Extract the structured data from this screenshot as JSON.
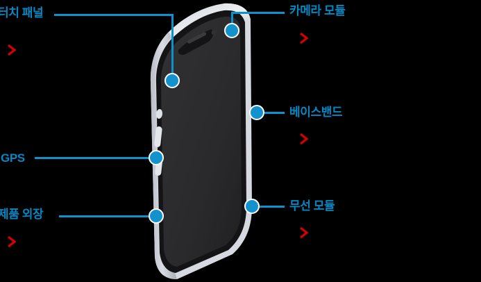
{
  "diagram": {
    "title": "smartphone-component-callout-diagram",
    "background_color": "#000000",
    "accent_color": "#0089c4",
    "line_color": "#0b93ce",
    "node_color": "#1492cd",
    "chevron_color": "#d50000"
  },
  "callouts": [
    {
      "id": "touch-panel",
      "label": "터치 패널",
      "side": "left",
      "chevron": "chevron-right-icon"
    },
    {
      "id": "camera-module",
      "label": "카메라 모듈",
      "side": "right",
      "chevron": "chevron-right-icon"
    },
    {
      "id": "baseband",
      "label": "베이스밴드",
      "side": "right",
      "chevron": "chevron-right-icon"
    },
    {
      "id": "gps",
      "label": "GPS",
      "side": "left",
      "chevron": "chevron-right-icon"
    },
    {
      "id": "product-housing",
      "label": "제품 외장",
      "side": "left",
      "chevron": "chevron-right-icon"
    },
    {
      "id": "wireless-module",
      "label": "무선 모듈",
      "side": "right",
      "chevron": "chevron-right-icon"
    }
  ],
  "device": {
    "name": "smartphone-illustration",
    "body_color": "#c9ccd4",
    "body_highlight": "#e8eaee",
    "body_shadow": "#9aa0aa",
    "screen_color": "#2b2b2d",
    "bezel_color": "#141416"
  }
}
